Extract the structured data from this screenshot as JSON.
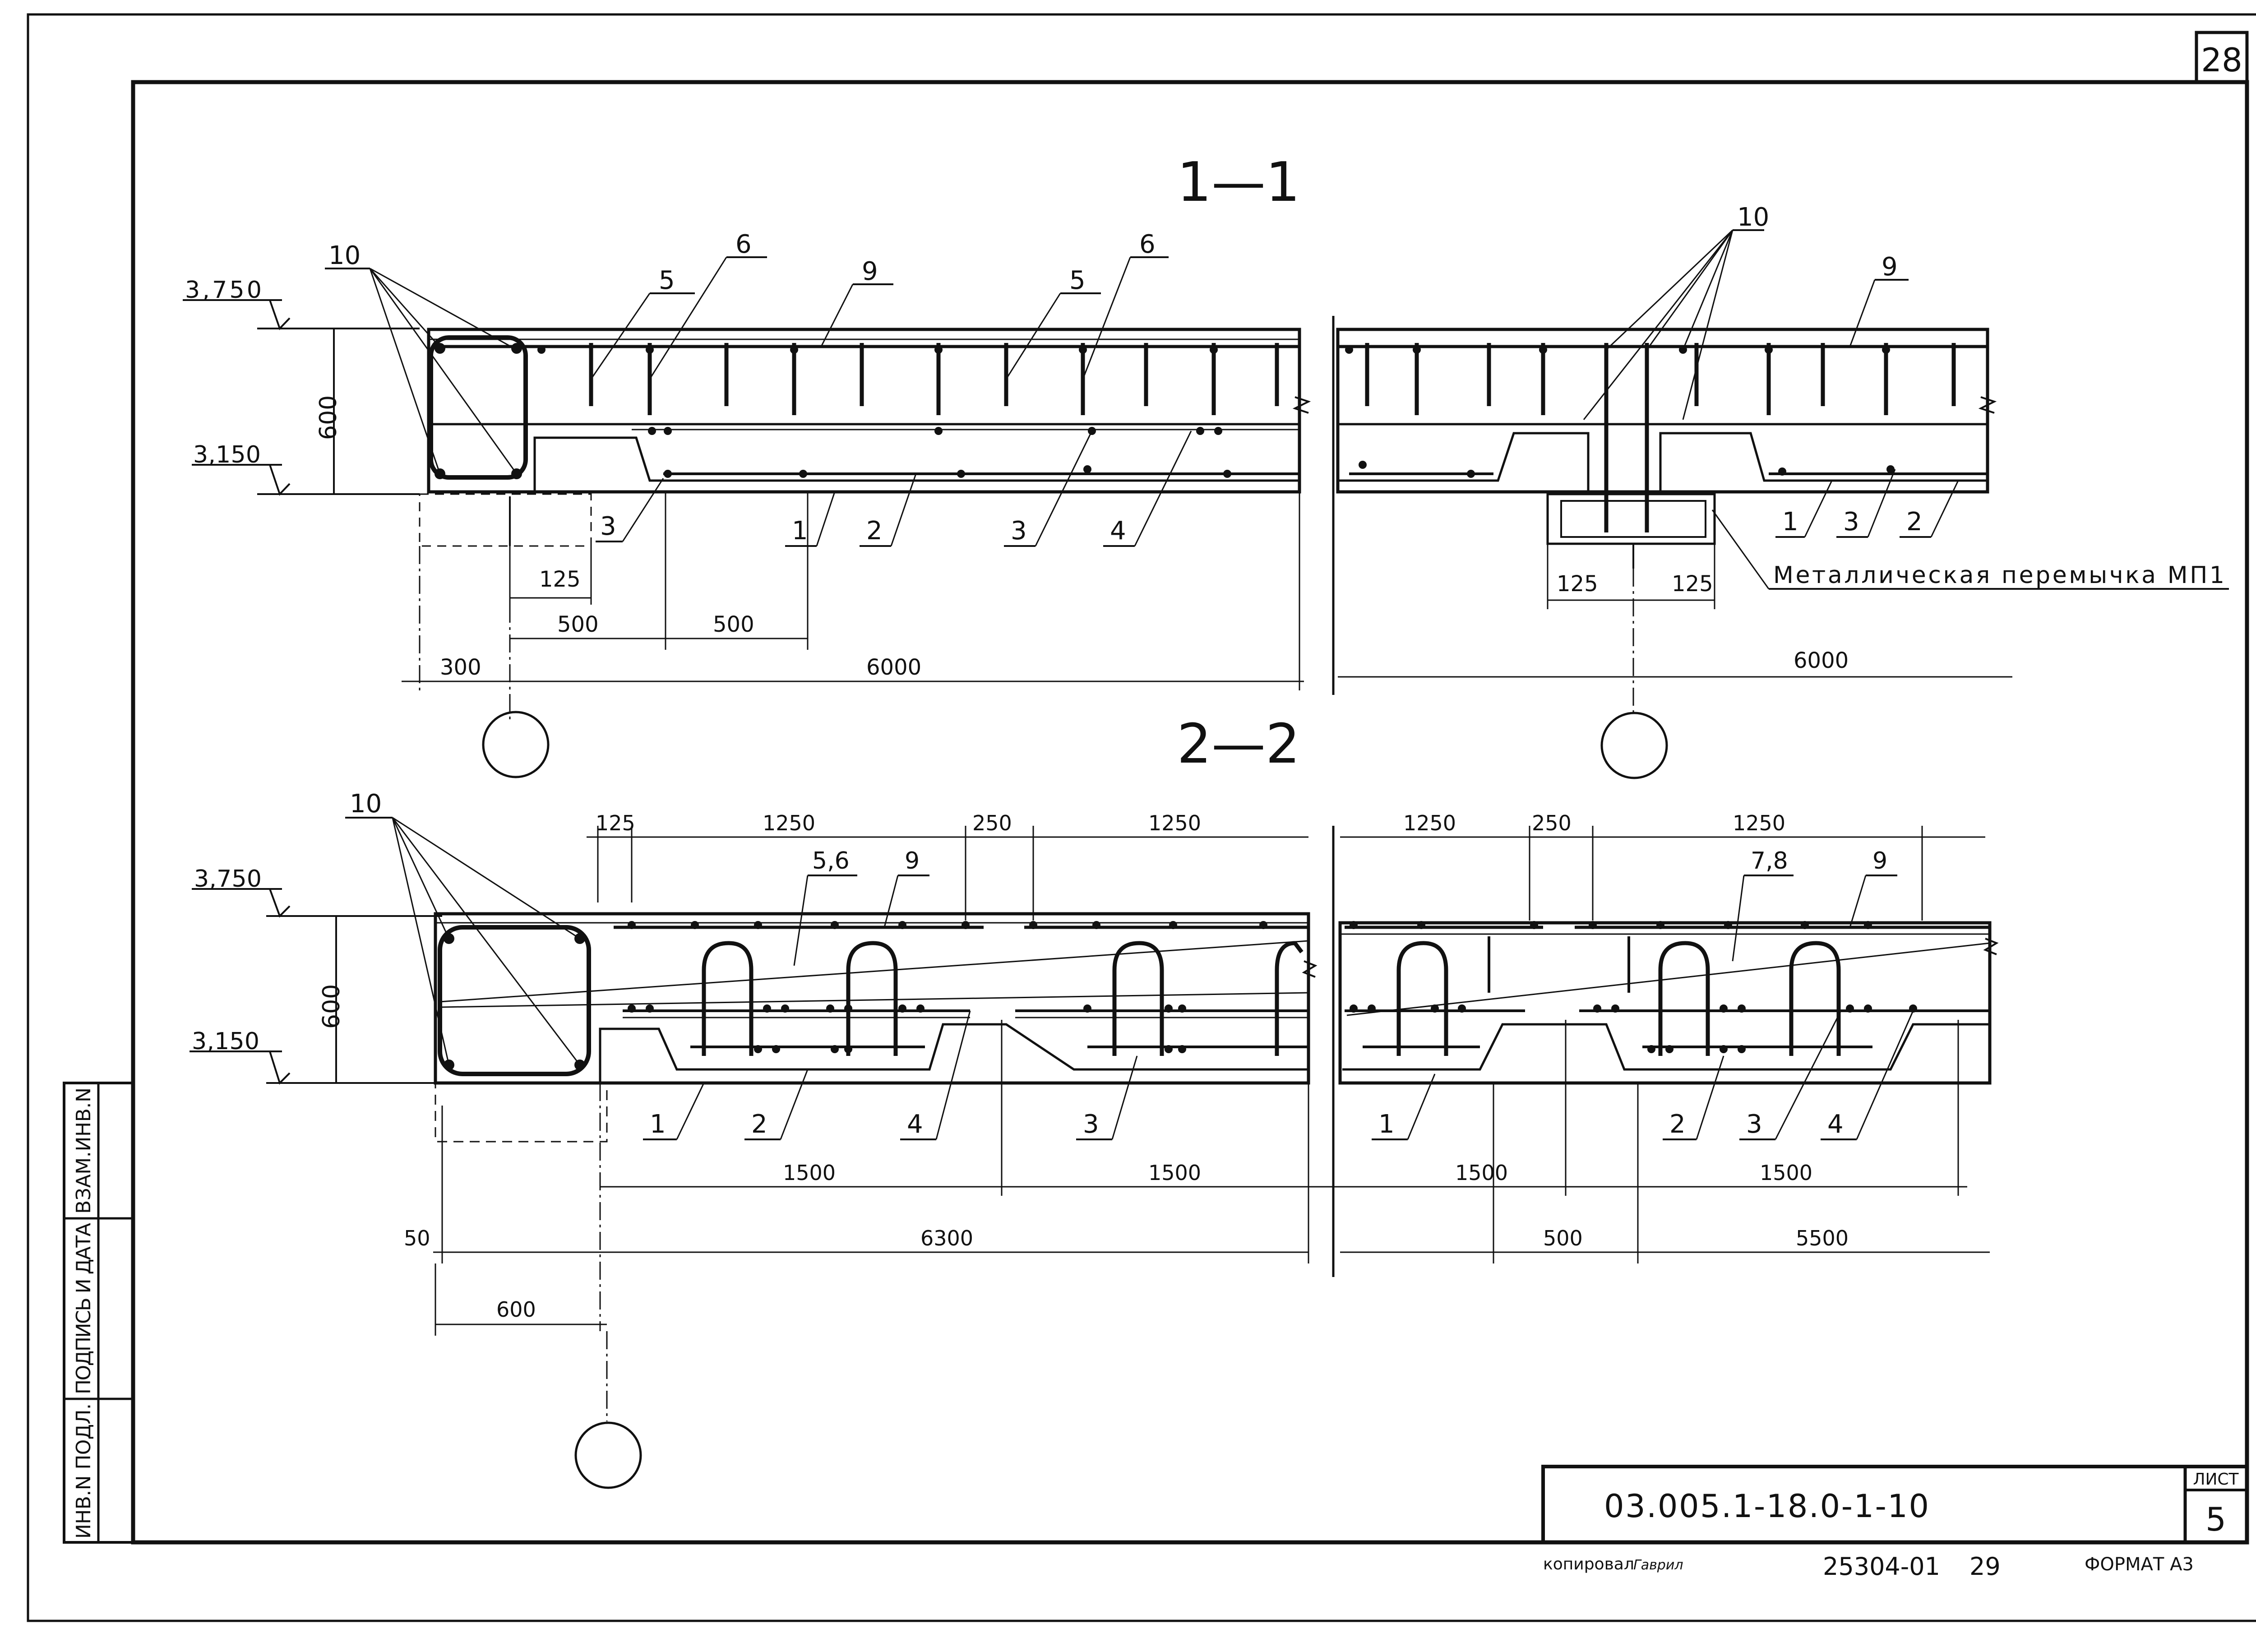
{
  "sheet": {
    "sheet_corner_number": "28",
    "document_code": "03.005.1-18.0-1-10",
    "list_label": "ЛИСТ",
    "list_number": "5",
    "copied_label": "копировал",
    "copied_signature": "Гаврил",
    "archive_number": "25304-01",
    "archive_page": "29",
    "format_label": "ФОРМАТ А3"
  },
  "side_stamp": {
    "cells": [
      "ИНВ.N ПОДЛ.",
      "ПОДПИСЬ И ДАТА",
      "ВЗАМ.ИНВ.N"
    ]
  },
  "section_1_1": {
    "title": "1—1",
    "elev_top": "3,750",
    "elev_bottom": "3,150",
    "height_dim": "600",
    "callouts_left": [
      "10",
      "5",
      "6",
      "9",
      "5",
      "6"
    ],
    "callouts_bottom_left": [
      "3",
      "1",
      "2",
      "3",
      "4"
    ],
    "callouts_right_top": [
      "10",
      "9"
    ],
    "callouts_bottom_right": [
      "1",
      "3",
      "2"
    ],
    "lintel_label": "Металлическая перемычка МП1",
    "dims_left": [
      "125",
      "500",
      "500",
      "300",
      "6000"
    ],
    "dims_right": [
      "125",
      "125",
      "6000"
    ]
  },
  "section_2_2": {
    "title": "2—2",
    "elev_top": "3,750",
    "elev_bottom": "3,150",
    "height_dim": "600",
    "callout_10": "10",
    "top_dims_left": [
      "125",
      "1250",
      "250",
      "1250"
    ],
    "top_dims_right": [
      "1250",
      "250",
      "1250"
    ],
    "callouts_top_left": [
      "5,6",
      "9"
    ],
    "callouts_top_right": [
      "7,8",
      "9"
    ],
    "callouts_bottom_left": [
      "1",
      "2",
      "4",
      "3"
    ],
    "callouts_bottom_right": [
      "1",
      "2",
      "3",
      "4"
    ],
    "bottom_dims_row1": [
      "1500",
      "1500",
      "1500",
      "1500"
    ],
    "bottom_dims_row2": [
      "50",
      "6300",
      "500",
      "5500"
    ],
    "bottom_dims_row3": [
      "600"
    ]
  }
}
